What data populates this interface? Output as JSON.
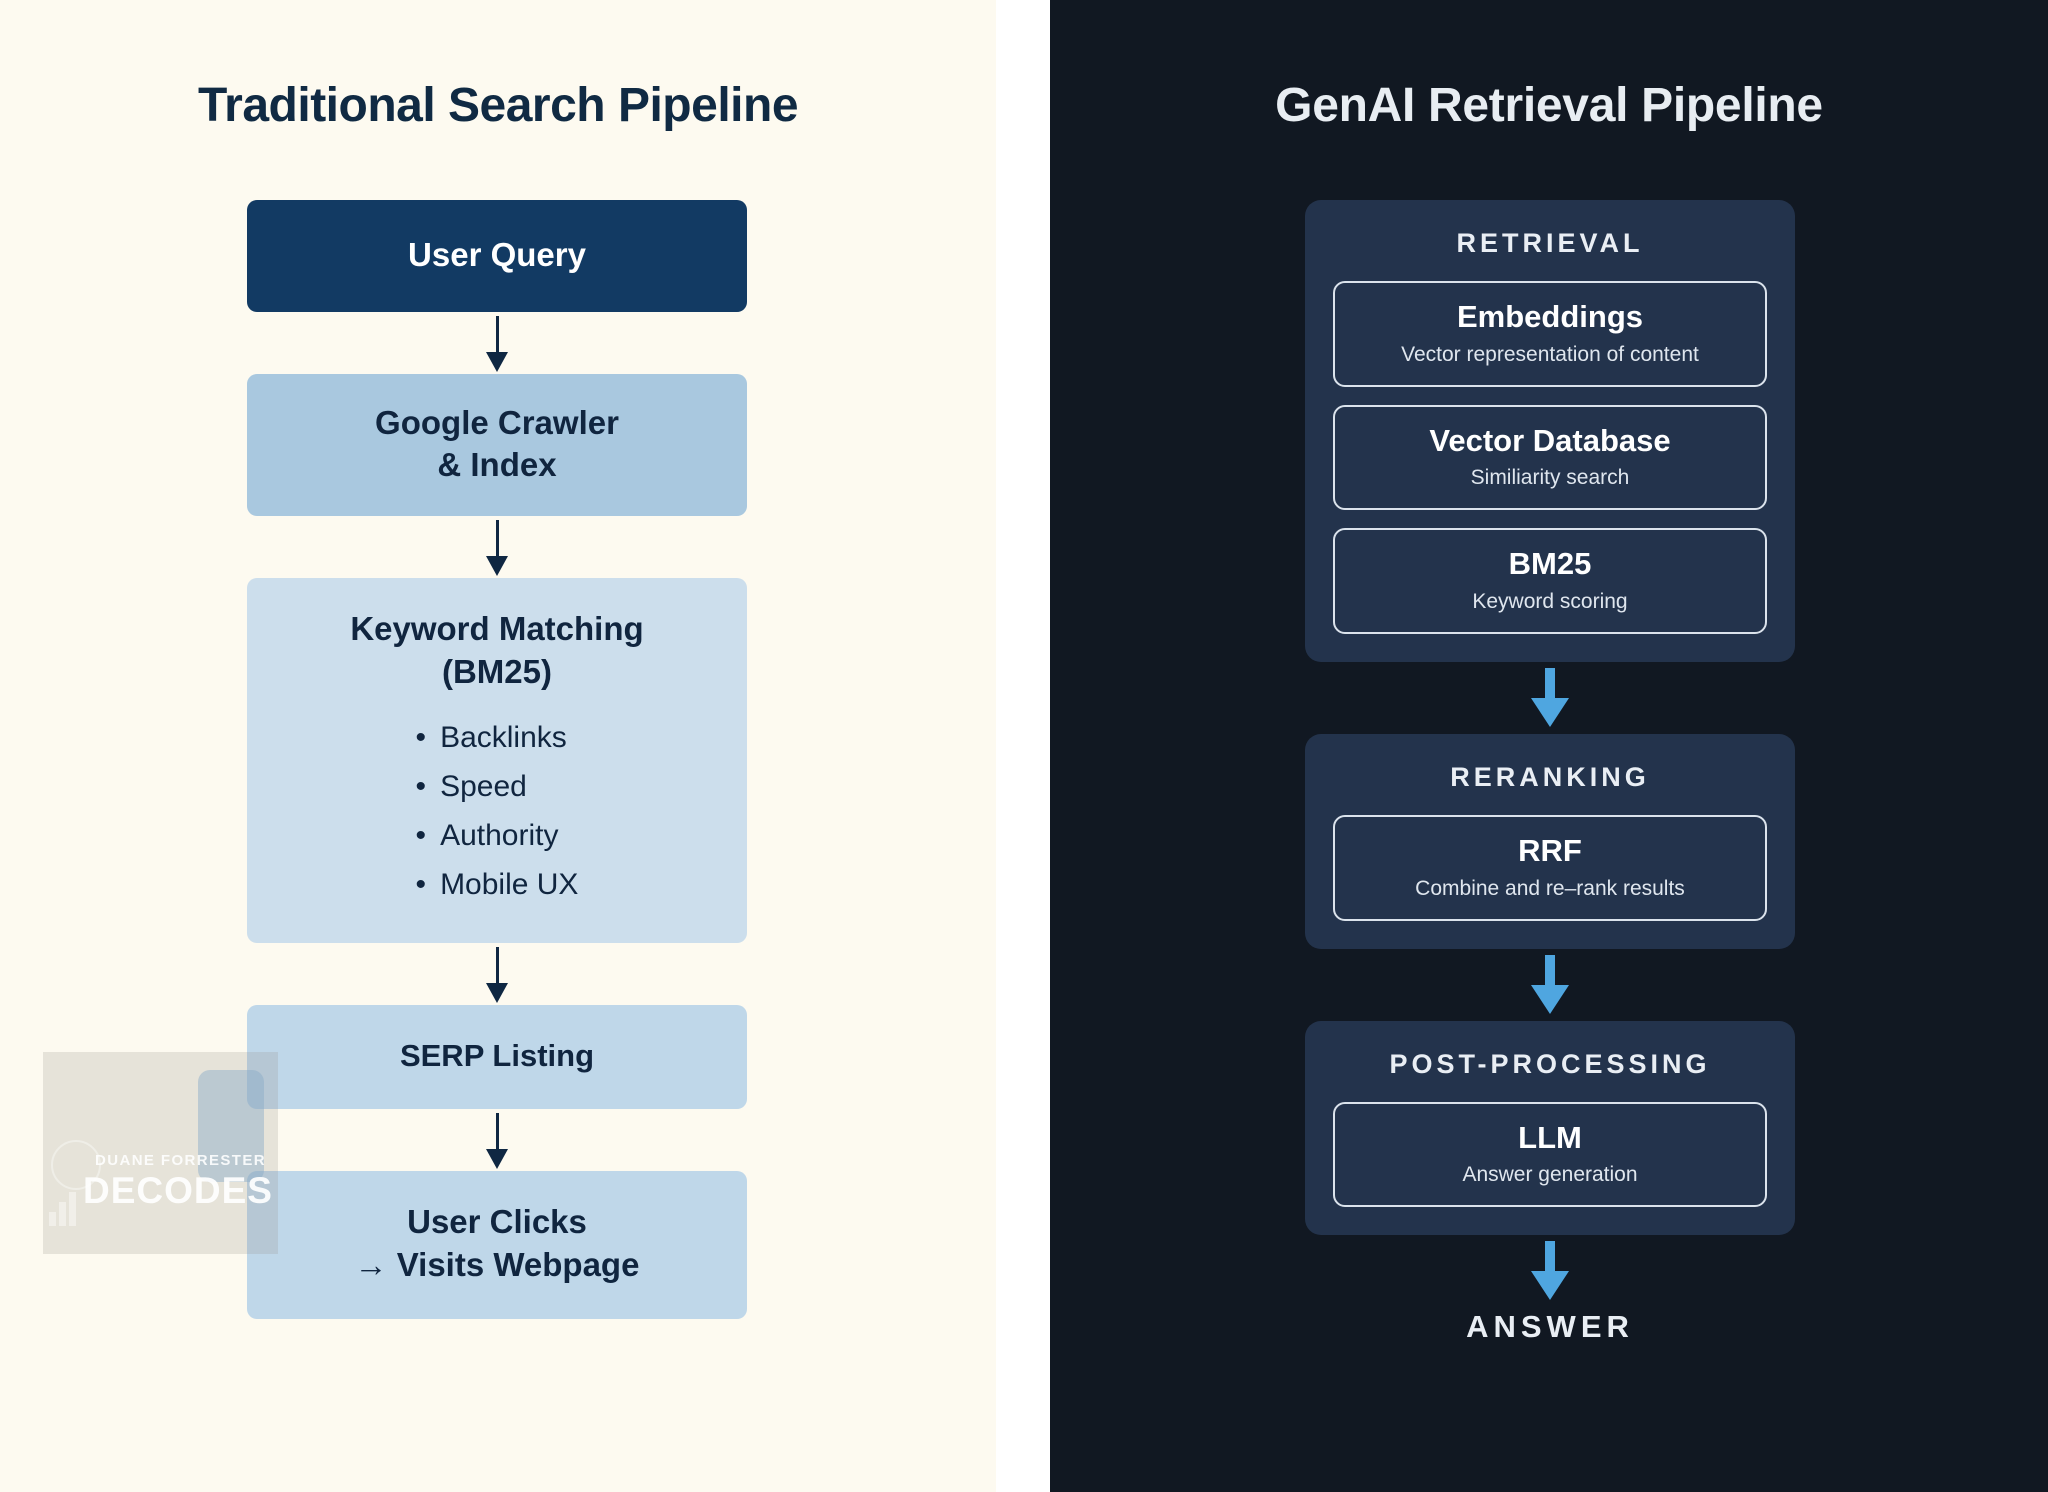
{
  "left": {
    "title": "Traditional Search Pipeline",
    "nodes": [
      {
        "label": "User Query"
      },
      {
        "label_line1": "Google Crawler",
        "label_line2": "& Index"
      },
      {
        "label_line1": "Keyword Matching",
        "label_line2": "(BM25)",
        "bullets": [
          "Backlinks",
          "Speed",
          "Authority",
          "Mobile UX"
        ]
      },
      {
        "label": "SERP Listing"
      },
      {
        "label_line1": "User Clicks",
        "label_line2": "→ Visits Webpage"
      }
    ],
    "colors": {
      "background": "#fdfaf0",
      "query_box": "#123a63",
      "crawler_box": "#a9c8df",
      "keyword_box": "#ccdeec",
      "serp_box": "#bfd7e9",
      "clicks_box": "#bfd7e9",
      "arrow": "#0f2742",
      "text": "#10253f"
    }
  },
  "right": {
    "title": "GenAI Retrieval Pipeline",
    "groups": [
      {
        "title": "RETRIEVAL",
        "cards": [
          {
            "title": "Embeddings",
            "sub": "Vector representation of content"
          },
          {
            "title": "Vector Database",
            "sub": "Similiarity search"
          },
          {
            "title": "BM25",
            "sub": "Keyword scoring"
          }
        ]
      },
      {
        "title": "RERANKING",
        "cards": [
          {
            "title": "RRF",
            "sub": "Combine and re–rank results"
          }
        ]
      },
      {
        "title": "POST-PROCESSING",
        "cards": [
          {
            "title": "LLM",
            "sub": "Answer generation"
          }
        ]
      }
    ],
    "output_label": "ANSWER",
    "colors": {
      "background": "#111822",
      "group_box": "#23334c",
      "card_border": "#dbe3ec",
      "arrow": "#4fa6e0",
      "text": "#e9eef4"
    }
  },
  "watermark": {
    "line1": "DUANE FORRESTER",
    "line2": "DECODES"
  }
}
